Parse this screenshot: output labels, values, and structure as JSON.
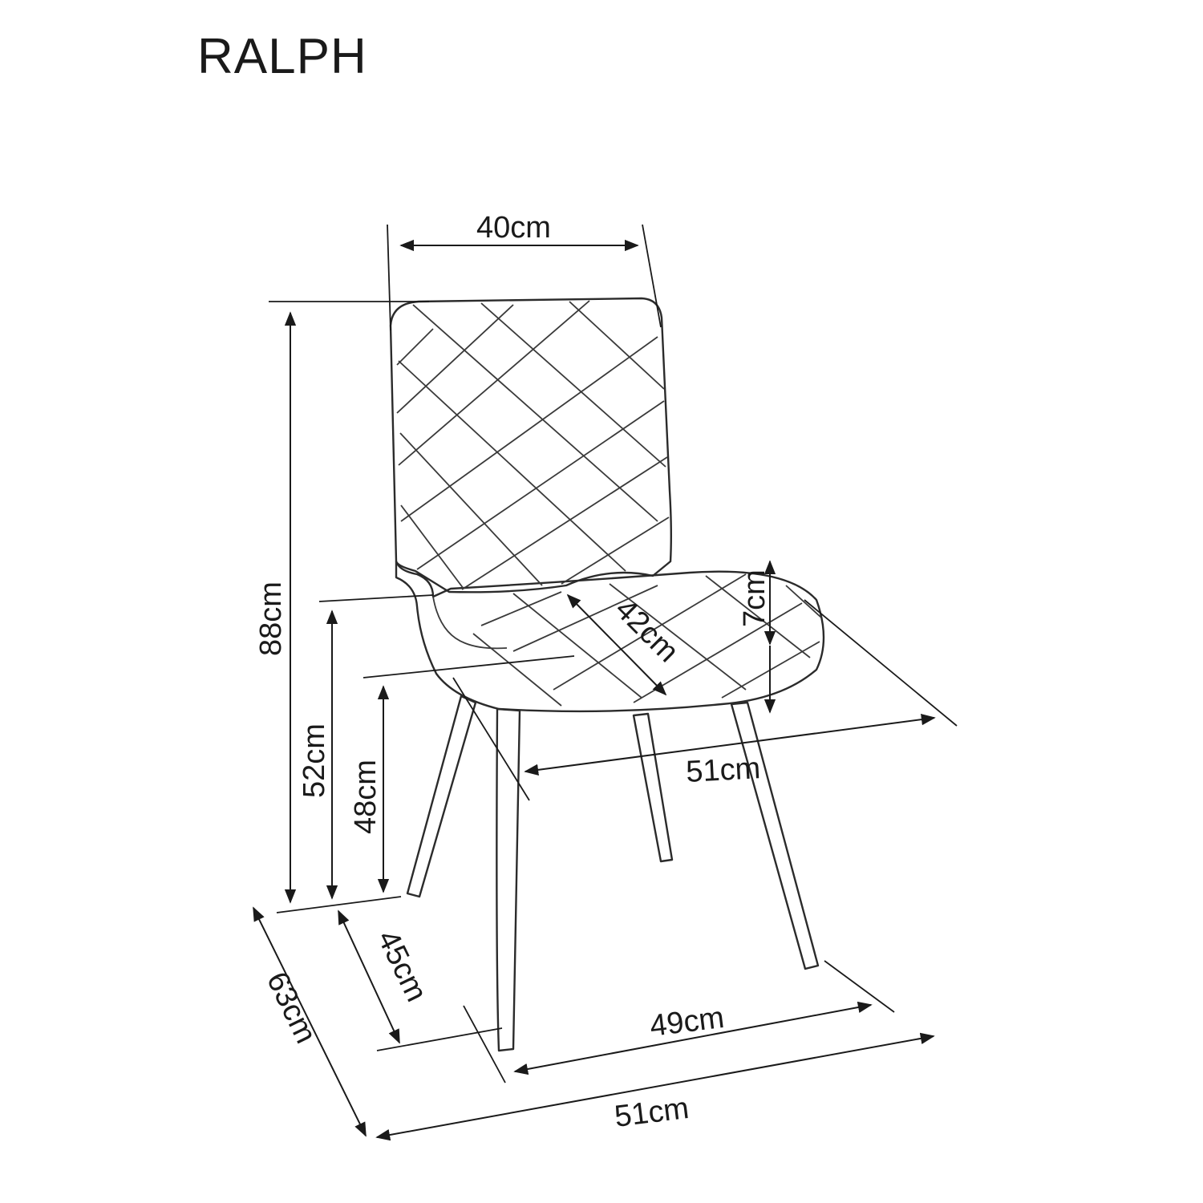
{
  "product": {
    "name": "RALPH"
  },
  "dimensions": {
    "backrest_width": "40cm",
    "total_height": "88cm",
    "seat_depth": "42cm",
    "seat_cushion_thickness": "7cm",
    "armrest_height": "52cm",
    "seat_height": "48cm",
    "seat_width": "51cm",
    "leg_depth": "45cm",
    "leg_width": "49cm",
    "total_width": "51cm",
    "total_depth": "63cm"
  }
}
